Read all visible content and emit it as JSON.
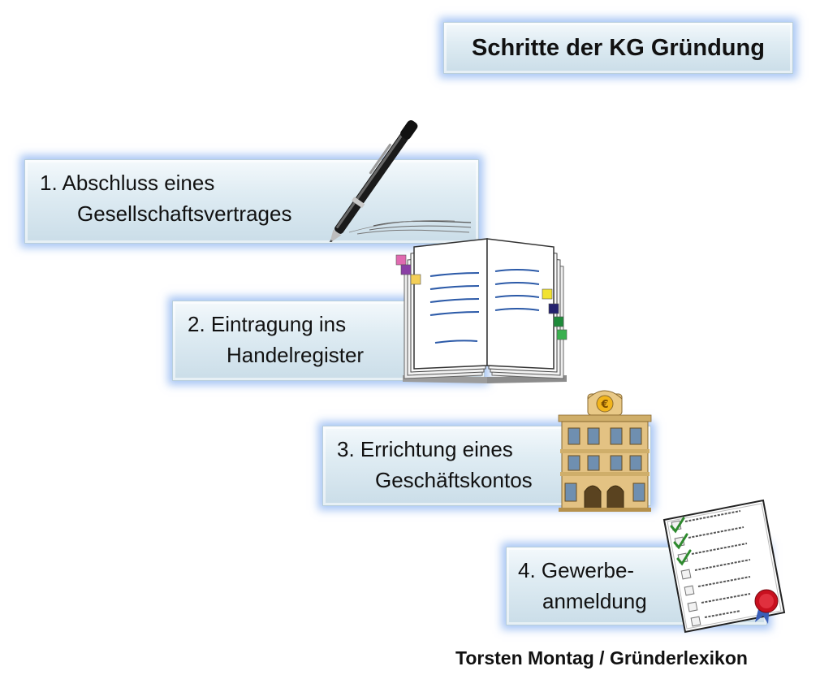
{
  "title": "Schritte der KG Gründung",
  "steps": [
    {
      "line1": "1. Abschluss eines",
      "line2": "Gesellschaftsvertrages",
      "icon": "pen-icon"
    },
    {
      "line1": "2. Eintragung ins",
      "line2": "Handelregister",
      "icon": "book-icon"
    },
    {
      "line1": "3. Errichtung eines",
      "line2": "Geschäftskontos",
      "icon": "bank-icon"
    },
    {
      "line1": "4. Gewerbe-",
      "line2": "anmeldung",
      "icon": "certificate-icon"
    }
  ],
  "footer": "Torsten Montag / Gründerlexikon",
  "colors": {
    "box_glow": "#5f96eb",
    "box_fill": "#d8e8f0",
    "ink": "#1f4fa8",
    "bank": "#d9b774"
  }
}
